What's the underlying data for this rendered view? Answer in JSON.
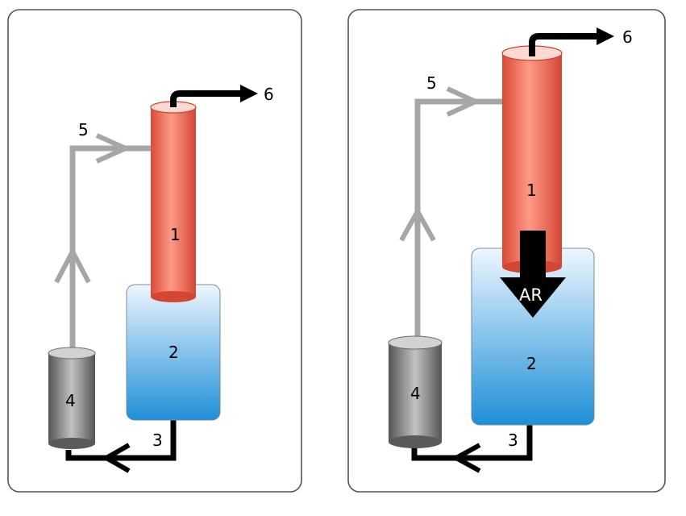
{
  "panels": [
    {
      "labels": {
        "riser": "1",
        "vessel": "2",
        "outlet_line": "3",
        "separator": "4",
        "return_line": "5",
        "exit_arrow": "6"
      }
    },
    {
      "labels": {
        "riser": "1",
        "vessel": "2",
        "outlet_line": "3",
        "separator": "4",
        "return_line": "5",
        "exit_arrow": "6",
        "flow_arrow": "AR"
      }
    }
  ],
  "colors": {
    "riser_edge": "#d84a35",
    "riser_mid": "#ff9988",
    "vessel_top": "#eef6ff",
    "vessel_bottom": "#1e8fd6",
    "separator_dark": "#555555",
    "separator_light": "#c2c2c2",
    "return_line": "#a6a6a6",
    "outlet_line": "#000000",
    "panel_border": "#555555"
  }
}
